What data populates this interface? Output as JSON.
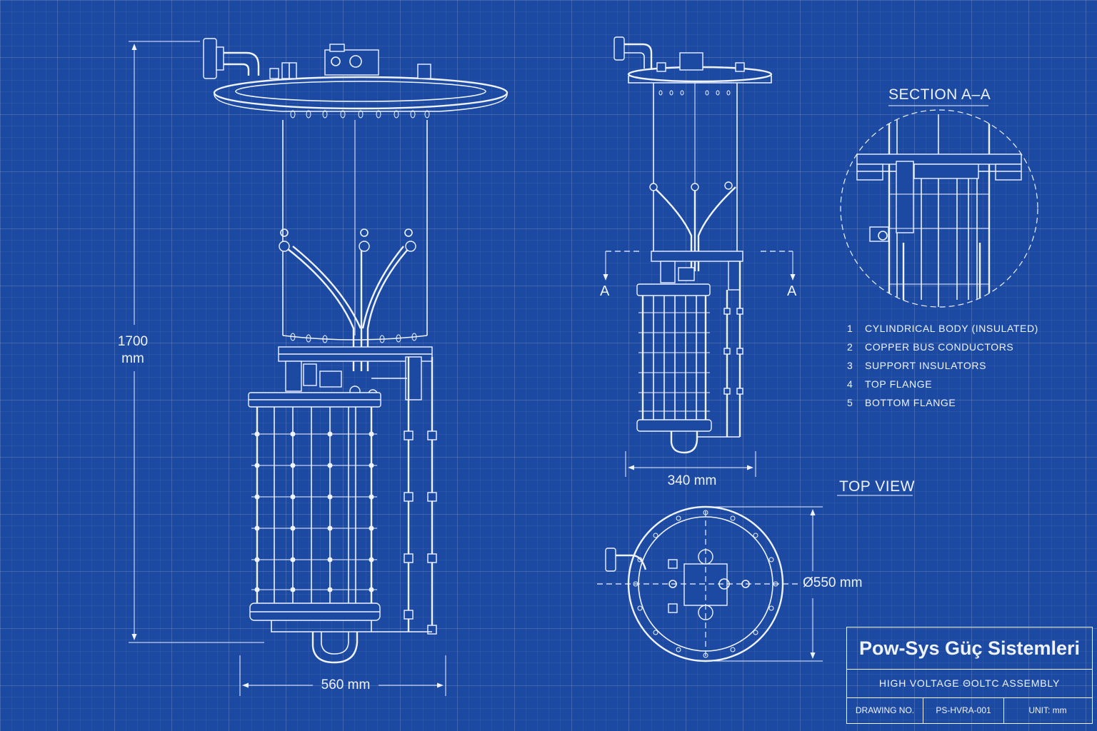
{
  "dimensions": {
    "height": "1700",
    "height_unit": "mm",
    "width_front": "560 mm",
    "width_side": "340 mm",
    "diameter_top": "Ø550 mm"
  },
  "section_marks": {
    "left": "A",
    "right": "A"
  },
  "headings": {
    "section": "SECTION A–A",
    "top_view": "TOP VIEW"
  },
  "legend": [
    {
      "num": "1",
      "label": "CYLINDRICAL BODY (INSULATED)"
    },
    {
      "num": "2",
      "label": "COPPER BUS CONDUCTORS"
    },
    {
      "num": "3",
      "label": "SUPPORT INSULATORS"
    },
    {
      "num": "4",
      "label": "TOP FLANGE"
    },
    {
      "num": "5",
      "label": "BOTTOM FLANGE"
    }
  ],
  "title_block": {
    "company": "Pow-Sys Güç Sistemleri",
    "subtitle": "HIGH VOLTAGE ΘOLTC ASSEMBLY",
    "drawing_no_label": "DRAWING NO.",
    "drawing_no": "PS-HVRA-001",
    "unit": "UNIT: mm"
  },
  "colors": {
    "background": "#1c4aa2",
    "line": "#eef3ff",
    "grid": "#3a64b6"
  }
}
